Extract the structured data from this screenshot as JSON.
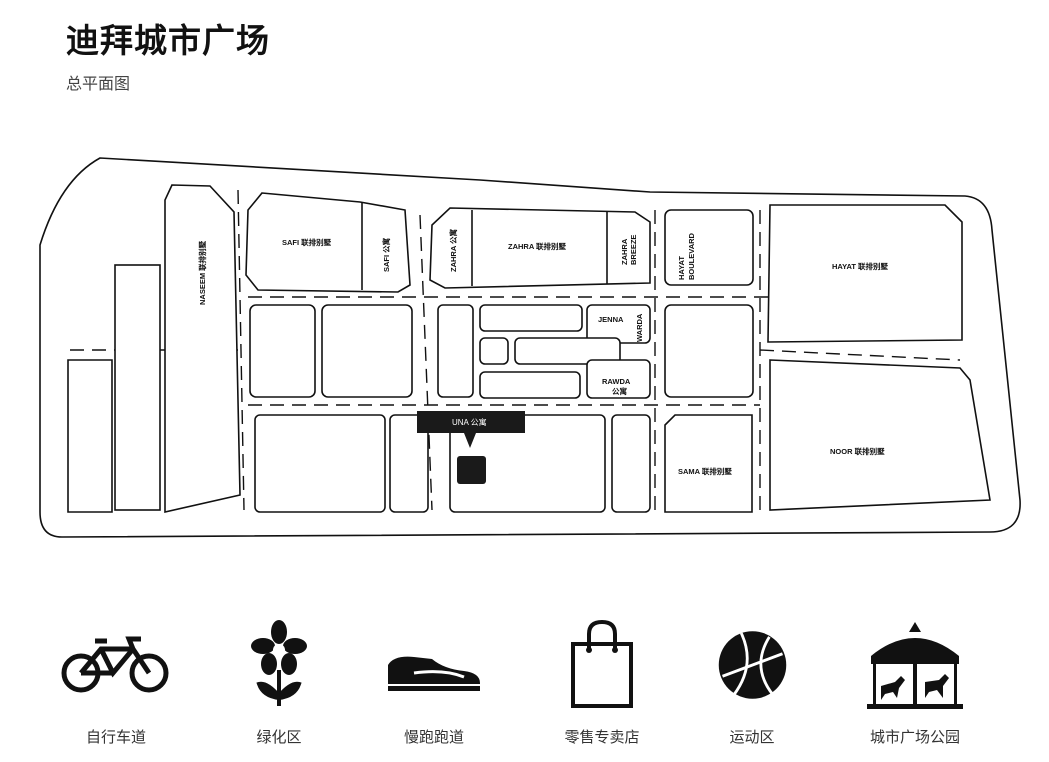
{
  "header": {
    "title": "迪拜城市广场",
    "subtitle": "总平面图"
  },
  "map": {
    "labels": {
      "naseem": "NASEEM 联排别墅",
      "safi_villa": "SAFI 联排别墅",
      "safi_apt": "SAFI 公寓",
      "zahra_apt": "ZAHRA 公寓",
      "zahra_villa": "ZAHRA 联排别墅",
      "zahra_breeze_1": "ZAHRA",
      "zahra_breeze_2": "BREEZE",
      "hayat_blvd_1": "HAYAT",
      "hayat_blvd_2": "BOULEVARD",
      "hayat": "HAYAT 联排别墅",
      "jenna": "JENNA",
      "warda": "WARDA",
      "rawda_1": "RAWDA",
      "rawda_2": "公寓",
      "una": "UNA 公寓",
      "sama": "SAMA 联排别墅",
      "noor": "NOOR 联排别墅"
    }
  },
  "amenities": [
    {
      "icon": "bicycle-icon",
      "label": "自行车道"
    },
    {
      "icon": "flower-icon",
      "label": "绿化区"
    },
    {
      "icon": "sneaker-icon",
      "label": "慢跑跑道"
    },
    {
      "icon": "shopping-bag-icon",
      "label": "零售专卖店"
    },
    {
      "icon": "basketball-icon",
      "label": "运动区"
    },
    {
      "icon": "carousel-icon",
      "label": "城市广场公园"
    }
  ]
}
